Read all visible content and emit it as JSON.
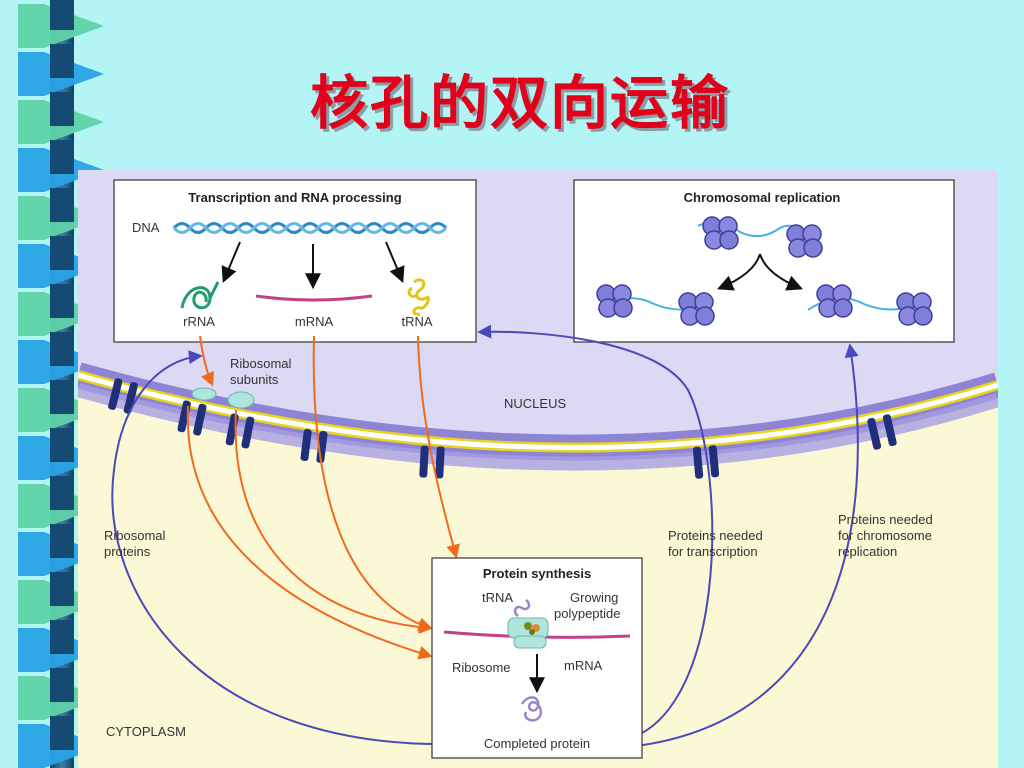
{
  "slide": {
    "title": "核孔的双向运输"
  },
  "figure": {
    "transcription_box": {
      "title": "Transcription and RNA processing",
      "dna_label": "DNA",
      "rrna_label": "rRNA",
      "mrna_label": "mRNA",
      "trna_label": "tRNA"
    },
    "replication_box": {
      "title": "Chromosomal replication"
    },
    "ribosomal_subunits_label": [
      "Ribosomal",
      "subunits"
    ],
    "nucleus_label": "NUCLEUS",
    "cytoplasm_label": "CYTOPLASM",
    "ribosomal_proteins_label": [
      "Ribosomal",
      "proteins"
    ],
    "proteins_transcription_label": [
      "Proteins needed",
      "for transcription"
    ],
    "proteins_replication_label": [
      "Proteins needed",
      "for chromosome",
      "replication"
    ],
    "synthesis_box": {
      "title": "Protein synthesis",
      "trna_label": "tRNA",
      "growing_label": [
        "Growing",
        "polypeptide"
      ],
      "ribosome_label": "Ribosome",
      "mrna_label": "mRNA",
      "completed_label": "Completed protein"
    }
  },
  "colors": {
    "background": "#b3f5f5",
    "title": "#e2001a",
    "nucleus": "#dcd9f5",
    "cytoplasm": "#fbf8d6",
    "envelope": "#8d84d6",
    "pore": "#1f2f7a",
    "import_arrow": "#4a49b8",
    "export_arrow": "#f06a1e"
  }
}
